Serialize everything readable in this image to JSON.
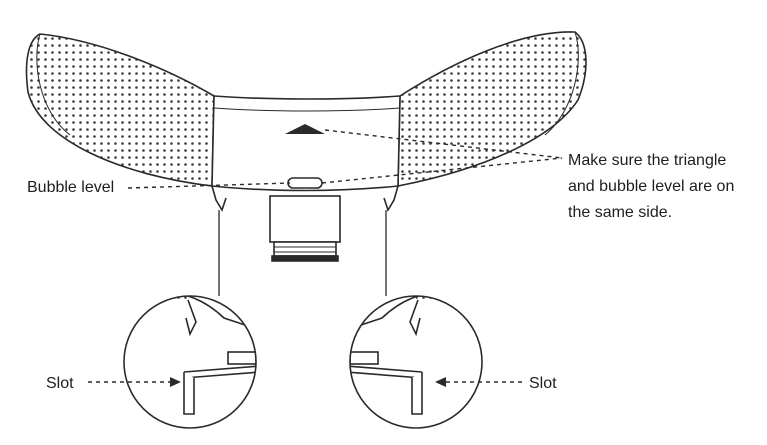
{
  "labels": {
    "bubble_level": "Bubble level",
    "note_line1": "Make sure the triangle",
    "note_line2": "and bubble level are on",
    "note_line3": "the same side.",
    "slot_left": "Slot",
    "slot_right": "Slot"
  },
  "colors": {
    "line": "#2a2a2a",
    "text": "#1e1e1e"
  }
}
